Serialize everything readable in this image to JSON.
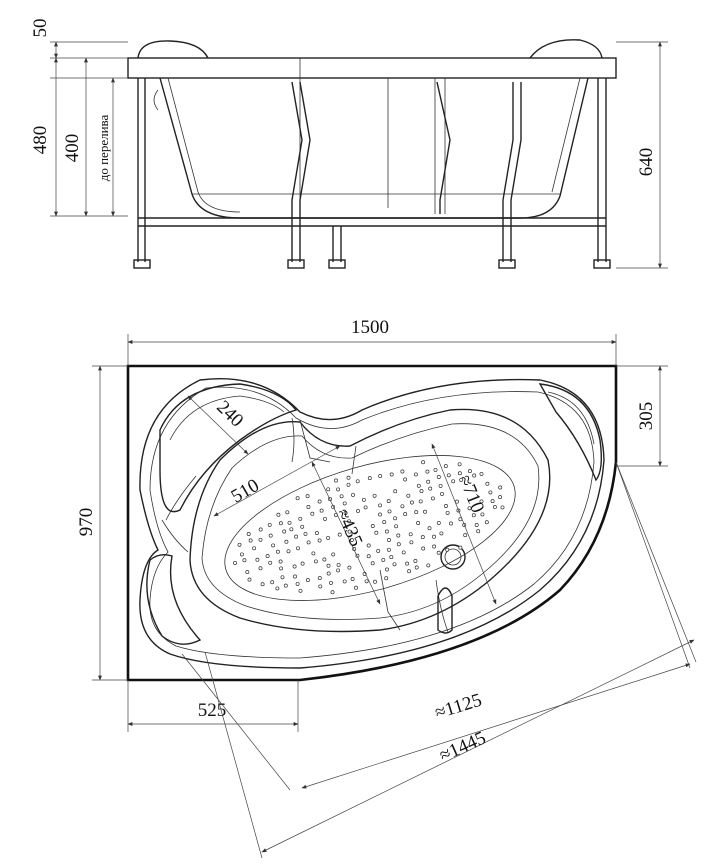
{
  "side_view": {
    "dims": {
      "top_rim": "50",
      "height_480": "480",
      "overflow_400": "400",
      "overflow_note": "до перелива",
      "total_640": "640"
    }
  },
  "top_view": {
    "dims": {
      "width": "1500",
      "depth": "970",
      "corner_305": "305",
      "bottom_525": "525",
      "diag_1125": "≈1125",
      "diag_1445": "≈1445",
      "headrest_240": "240",
      "inner_510": "510",
      "inner_710": "≈710",
      "inner_435": "≈435"
    }
  }
}
